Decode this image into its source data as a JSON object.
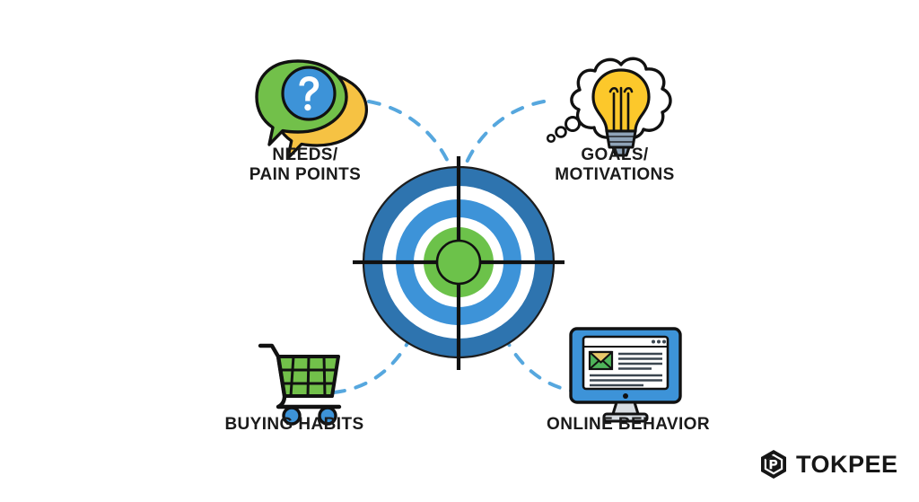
{
  "diagram": {
    "type": "hub-and-spoke target audience diagram",
    "center": {
      "name": "bullseye-target",
      "rings": [
        {
          "label": "outer-ring",
          "color": "#2E74AF"
        },
        {
          "label": "gap-ring",
          "color": "#FFFFFF"
        },
        {
          "label": "middle-ring",
          "color": "#3D93D8"
        },
        {
          "label": "gap-ring-inner",
          "color": "#FFFFFF"
        },
        {
          "label": "center-disc",
          "color": "#6CC24A"
        },
        {
          "label": "center-outline",
          "color": "#111111"
        }
      ],
      "crosshair_color": "#111111"
    },
    "connector": {
      "style": "dashed",
      "color": "#56A7DE"
    },
    "nodes": [
      {
        "id": "needs",
        "label": "NEEDS/\nPAIN POINTS",
        "icon": "speech-bubbles-question-icon",
        "icon_colors": {
          "bubble_back": "#F6C243",
          "bubble_front": "#72C04A",
          "badge": "#3D93D8",
          "mark": "#FFFFFF",
          "outline": "#111111"
        }
      },
      {
        "id": "goals",
        "label": "GOALS/\nMOTIVATIONS",
        "icon": "thought-cloud-lightbulb-icon",
        "icon_colors": {
          "cloud": "#FFFFFF",
          "bulb": "#FCC82B",
          "base": "#8FA3B8",
          "outline": "#111111"
        }
      },
      {
        "id": "buying",
        "label": "BUYING HABITS",
        "icon": "shopping-cart-icon",
        "icon_colors": {
          "basket": "#72C04A",
          "wheels": "#3D93D8",
          "outline": "#111111"
        }
      },
      {
        "id": "online",
        "label": "ONLINE BEHAVIOR",
        "icon": "desktop-monitor-email-icon",
        "icon_colors": {
          "bezel": "#3D93D8",
          "screen": "#FFFFFF",
          "stand": "#D8DDE2",
          "envelope_flap": "#E8C86A",
          "envelope_body": "#4FB35A",
          "text_lines": "#3B4650",
          "outline": "#111111"
        }
      }
    ]
  },
  "branding": {
    "logo_mark": "tokpee-cube-logo-icon",
    "logo_text": "TOKPEE",
    "logo_color": "#161616"
  }
}
